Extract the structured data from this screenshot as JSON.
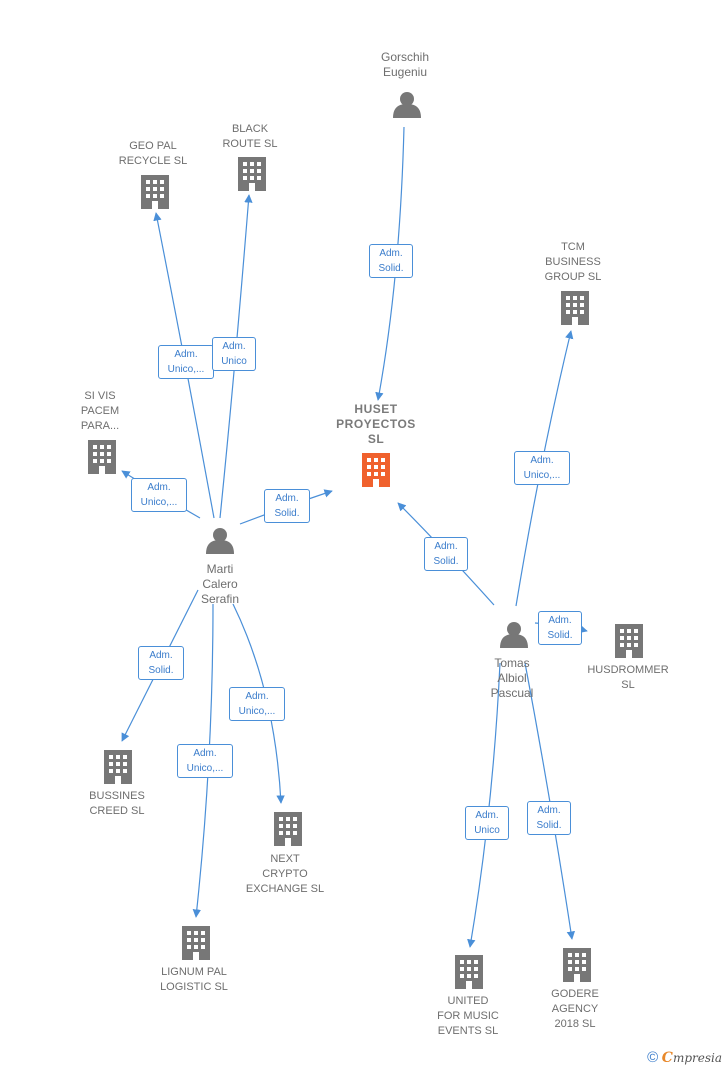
{
  "nodes": [
    {
      "id": "huset",
      "type": "company-main",
      "label": "HUSET\nPROYECTOS\nSL"
    },
    {
      "id": "gorschih",
      "type": "person",
      "label": "Gorschih\nEugeniu"
    },
    {
      "id": "marti",
      "type": "person",
      "label": "Marti\nCalero\nSerafin"
    },
    {
      "id": "tomas",
      "type": "person",
      "label": "Tomas\nAlbiol\nPascual"
    },
    {
      "id": "geopal",
      "type": "company",
      "label": "GEO PAL\nRECYCLE  SL"
    },
    {
      "id": "blackroute",
      "type": "company",
      "label": "BLACK\nROUTE  SL"
    },
    {
      "id": "sivis",
      "type": "company",
      "label": "SI VIS\nPACEM\nPARA..."
    },
    {
      "id": "tcm",
      "type": "company",
      "label": "TCM\nBUSINESS\nGROUP  SL"
    },
    {
      "id": "husdrommer",
      "type": "company",
      "label": "HUSDROMMER\nSL"
    },
    {
      "id": "bussines",
      "type": "company",
      "label": "BUSSINES\nCREED  SL"
    },
    {
      "id": "nextcrypto",
      "type": "company",
      "label": "NEXT\nCRYPTO\nEXCHANGE  SL"
    },
    {
      "id": "lignum",
      "type": "company",
      "label": "LIGNUM PAL\nLOGISTIC  SL"
    },
    {
      "id": "united",
      "type": "company",
      "label": "UNITED\nFOR MUSIC\nEVENTS  SL"
    },
    {
      "id": "godere",
      "type": "company",
      "label": "GODERE\nAGENCY\n2018  SL"
    }
  ],
  "edges": [
    {
      "from": "gorschih",
      "to": "huset",
      "label": "Adm.\nSolid."
    },
    {
      "from": "marti",
      "to": "huset",
      "label": "Adm.\nSolid."
    },
    {
      "from": "tomas",
      "to": "huset",
      "label": "Adm.\nSolid."
    },
    {
      "from": "marti",
      "to": "geopal",
      "label": "Adm.\nUnico,..."
    },
    {
      "from": "marti",
      "to": "blackroute",
      "label": "Adm.\nUnico"
    },
    {
      "from": "marti",
      "to": "sivis",
      "label": "Adm.\nUnico,..."
    },
    {
      "from": "marti",
      "to": "bussines",
      "label": "Adm.\nSolid."
    },
    {
      "from": "marti",
      "to": "lignum",
      "label": "Adm.\nUnico,..."
    },
    {
      "from": "marti",
      "to": "nextcrypto",
      "label": "Adm.\nUnico,..."
    },
    {
      "from": "tomas",
      "to": "tcm",
      "label": "Adm.\nUnico,..."
    },
    {
      "from": "tomas",
      "to": "husdrommer",
      "label": "Adm.\nSolid."
    },
    {
      "from": "tomas",
      "to": "united",
      "label": "Adm.\nUnico"
    },
    {
      "from": "tomas",
      "to": "godere",
      "label": "Adm.\nSolid."
    }
  ],
  "colors": {
    "edge": "#4a8fd8",
    "icon": "#777777",
    "main_icon": "#f0612d"
  },
  "footer": {
    "copyright": "©",
    "brand_first": "C",
    "brand_rest": "mpresia"
  }
}
